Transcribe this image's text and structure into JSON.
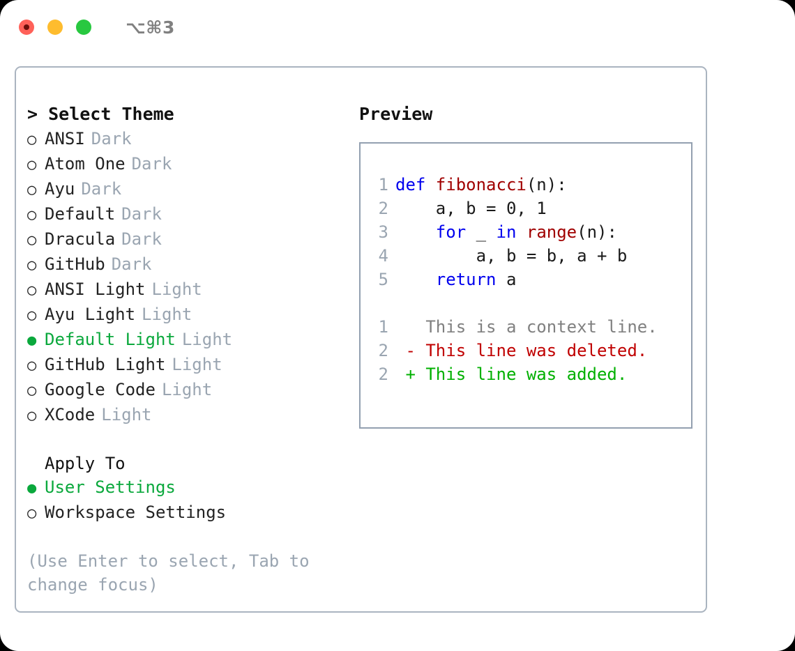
{
  "window": {
    "traffic_lights": [
      "close",
      "minimize",
      "maximize"
    ],
    "shortcut": "⌥⌘3",
    "colors": {
      "close": "#ff6159",
      "minimize": "#febc2e",
      "maximize": "#28c840",
      "accent_green": "#0aa83c",
      "muted": "#9aa5b1",
      "border": "#aab4c0"
    }
  },
  "theme_list": {
    "title": "> Select Theme",
    "bullet_selected": "●",
    "bullet_unselected": "○",
    "items": [
      {
        "label": "ANSI",
        "tag": "Dark",
        "selected": false
      },
      {
        "label": "Atom One",
        "tag": "Dark",
        "selected": false
      },
      {
        "label": "Ayu",
        "tag": "Dark",
        "selected": false
      },
      {
        "label": "Default",
        "tag": "Dark",
        "selected": false
      },
      {
        "label": "Dracula",
        "tag": "Dark",
        "selected": false
      },
      {
        "label": "GitHub",
        "tag": "Dark",
        "selected": false
      },
      {
        "label": "ANSI Light",
        "tag": "Light",
        "selected": false
      },
      {
        "label": "Ayu Light",
        "tag": "Light",
        "selected": false
      },
      {
        "label": "Default Light",
        "tag": "Light",
        "selected": true
      },
      {
        "label": "GitHub Light",
        "tag": "Light",
        "selected": false
      },
      {
        "label": "Google Code",
        "tag": "Light",
        "selected": false
      },
      {
        "label": "XCode",
        "tag": "Light",
        "selected": false
      }
    ]
  },
  "apply_to": {
    "title": "Apply To",
    "items": [
      {
        "label": "User Settings",
        "selected": true
      },
      {
        "label": "Workspace Settings",
        "selected": false
      }
    ]
  },
  "hint": "(Use Enter to select, Tab to change focus)",
  "preview": {
    "title": "Preview",
    "code_lines": [
      {
        "n": "1",
        "tokens": [
          {
            "t": "def ",
            "c": "kw"
          },
          {
            "t": "fibonacci",
            "c": "fn"
          },
          {
            "t": "(n):",
            "c": "plain"
          }
        ]
      },
      {
        "n": "2",
        "tokens": [
          {
            "t": "    a, b = 0, 1",
            "c": "plain"
          }
        ]
      },
      {
        "n": "3",
        "tokens": [
          {
            "t": "    ",
            "c": "plain"
          },
          {
            "t": "for",
            "c": "kw"
          },
          {
            "t": " _ ",
            "c": "plain"
          },
          {
            "t": "in",
            "c": "kw"
          },
          {
            "t": " ",
            "c": "plain"
          },
          {
            "t": "range",
            "c": "fn"
          },
          {
            "t": "(n):",
            "c": "plain"
          }
        ]
      },
      {
        "n": "4",
        "tokens": [
          {
            "t": "        a, b = b, a + b",
            "c": "plain"
          }
        ]
      },
      {
        "n": "5",
        "tokens": [
          {
            "t": "    ",
            "c": "plain"
          },
          {
            "t": "return",
            "c": "kw"
          },
          {
            "t": " a",
            "c": "plain"
          }
        ]
      }
    ],
    "diff_lines": [
      {
        "n": "1",
        "marker": "  ",
        "text": "This is a context line.",
        "kind": "d-ctx"
      },
      {
        "n": "2",
        "marker": "- ",
        "text": "This line was deleted.",
        "kind": "d-del"
      },
      {
        "n": "2",
        "marker": "+ ",
        "text": "This line was added.",
        "kind": "d-add"
      }
    ]
  }
}
